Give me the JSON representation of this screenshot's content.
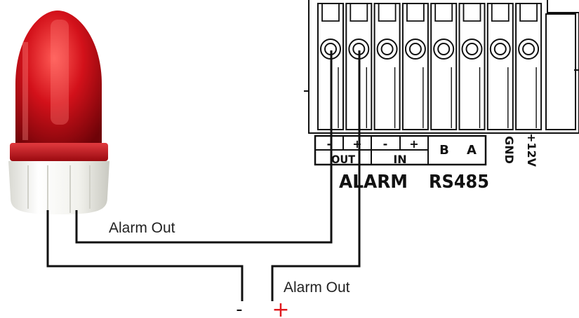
{
  "terminal_block": {
    "row_labels": [
      "-",
      "+",
      "-",
      "+",
      "B",
      "A"
    ],
    "out_label": "OUT",
    "in_label": "IN",
    "side_labels": [
      "GND",
      "+12V"
    ],
    "group_labels": {
      "alarm": "ALARM",
      "rs485": "RS485"
    }
  },
  "wires": {
    "label_top": "Alarm Out",
    "label_bottom": "Alarm Out",
    "minus_label": "-",
    "plus_label": "+"
  },
  "colors": {
    "beacon_red": "#c8101a",
    "beacon_base": "#f2f2ec",
    "plus_red": "#e0191e",
    "wire": "#111111"
  }
}
